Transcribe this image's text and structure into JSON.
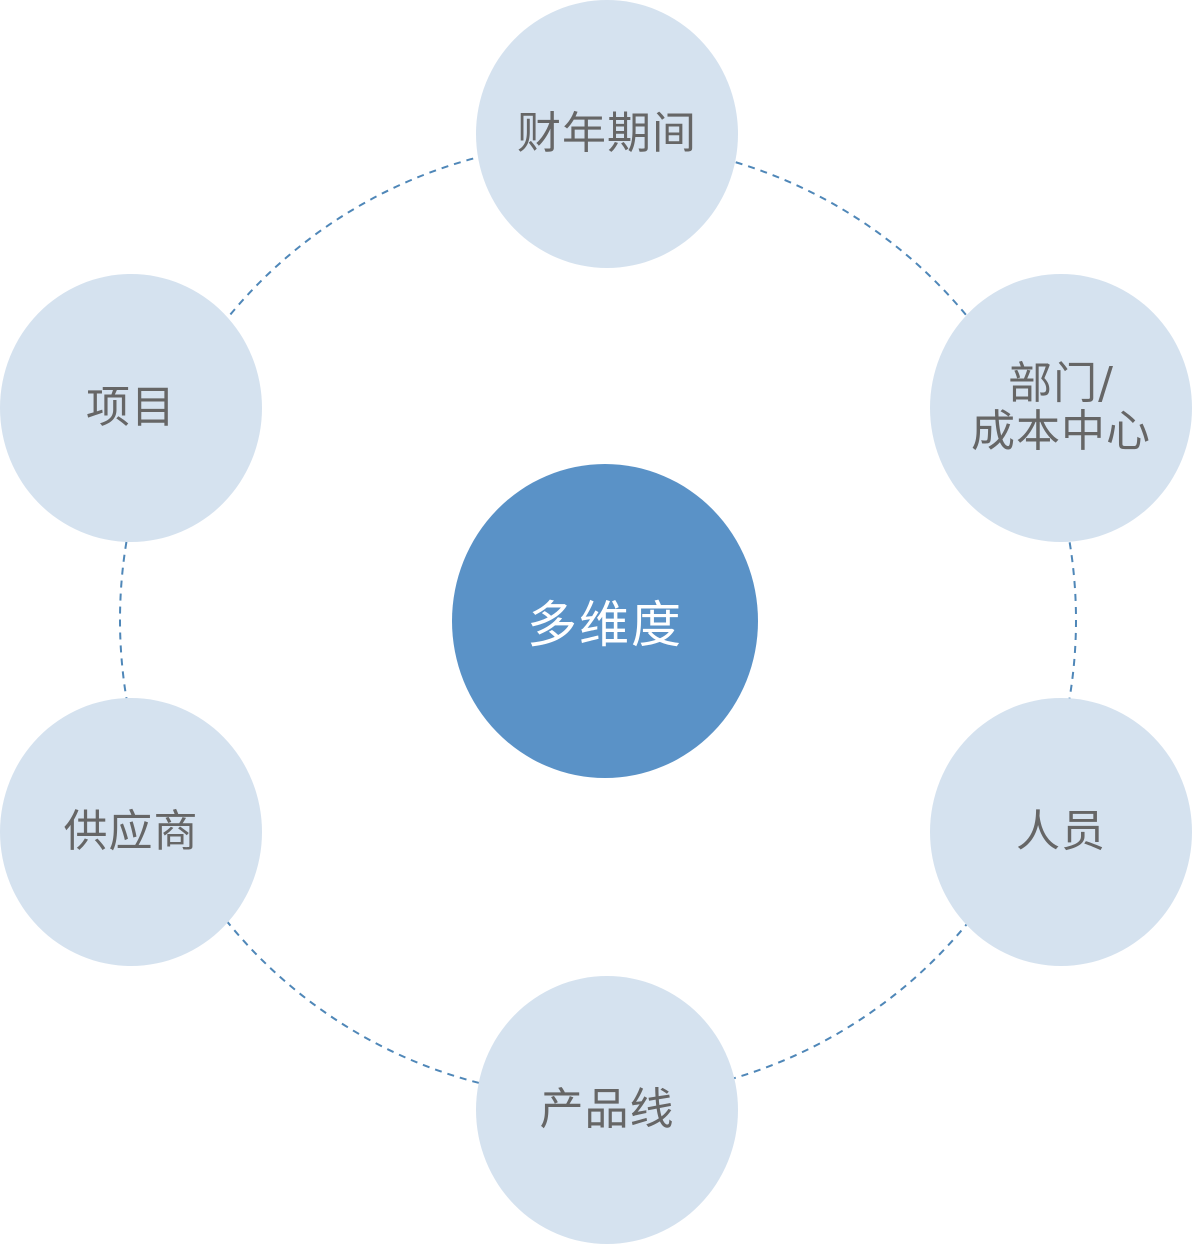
{
  "colors": {
    "node_fill": "#d5e2ef",
    "center_fill": "#5a92c7",
    "node_text": "#666666",
    "center_text": "#ffffff",
    "ring_stroke": "#4f87b8"
  },
  "center": {
    "label": "多维度"
  },
  "nodes": [
    {
      "id": "fiscal-period",
      "lines": [
        "财年期间"
      ]
    },
    {
      "id": "department-cost-center",
      "lines": [
        "部门/",
        "成本中心"
      ]
    },
    {
      "id": "personnel",
      "lines": [
        "人员"
      ]
    },
    {
      "id": "product-line",
      "lines": [
        "产品线"
      ]
    },
    {
      "id": "supplier",
      "lines": [
        "供应商"
      ]
    },
    {
      "id": "project",
      "lines": [
        "项目"
      ]
    }
  ]
}
